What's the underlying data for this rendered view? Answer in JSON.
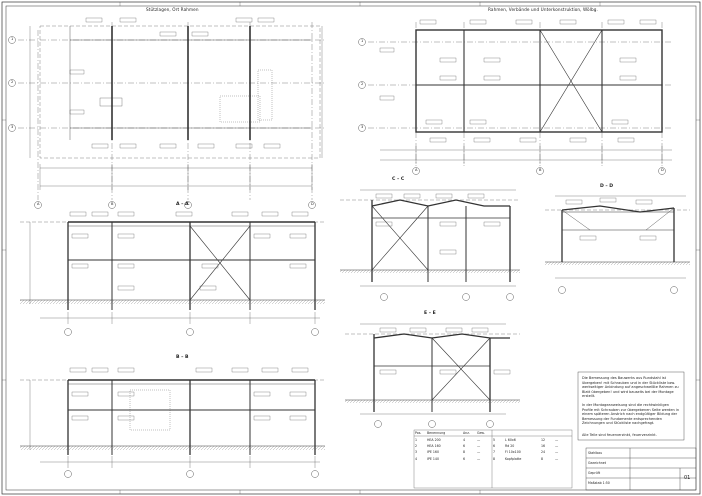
{
  "titles": {
    "top_left": "Stützlagen, Ort Rahmen",
    "top_right": "Rahmen, Verbände und Unterkonstruktion, Wölbg.",
    "sec_aa": "A – A",
    "sec_bb": "B – B",
    "sec_cc": "C – C",
    "sec_dd": "D – D",
    "sec_ee": "E – E"
  },
  "axes": {
    "numbers": [
      "1",
      "2",
      "3"
    ],
    "letters": [
      "A",
      "B",
      "C",
      "D"
    ]
  },
  "notes": {
    "p1": "Die Bemessung des Bauwerks aus Rundstahl ist übergeben! mit Schrauben und in der Stückliste bzw. werkseitiger Anbindung auf angeschweißte Rahmen zu Blatt übergeben! und wird bauseits bei der Montage erstellt.",
    "p2": "In der Montageanweisung sind die rechtwinkligen Profile mit Schrauben zur übergebenen Seite werden in einem späteren Anstrich nach endgültiger Bildung der Bemessung der Fundamente entsprechenden Zeichnungen und Stückliste nachgefragt.",
    "p3": "Alle Teile sind feuerverzinkt, feuerverzinkt."
  },
  "table": {
    "headers": [
      "Pos.",
      "Benennung",
      "Anz.",
      "Gew."
    ],
    "rows": [
      [
        "1",
        "HEA 200",
        "4",
        "—"
      ],
      [
        "2",
        "HEA 160",
        "6",
        "—"
      ],
      [
        "3",
        "IPE 160",
        "8",
        "—"
      ],
      [
        "4",
        "IPE 140",
        "6",
        "—"
      ],
      [
        "5",
        "L 60x6",
        "12",
        "—"
      ],
      [
        "6",
        "Rd 20",
        "16",
        "—"
      ],
      [
        "7",
        "Fl 10x100",
        "24",
        "—"
      ],
      [
        "8",
        "Kopfplatte",
        "8",
        "—"
      ]
    ]
  },
  "titleblock": {
    "rows": [
      "Stahlbau",
      "Gezeichnet",
      "Geprüft",
      "Maßstab 1:50"
    ],
    "drawing_no": "01"
  }
}
